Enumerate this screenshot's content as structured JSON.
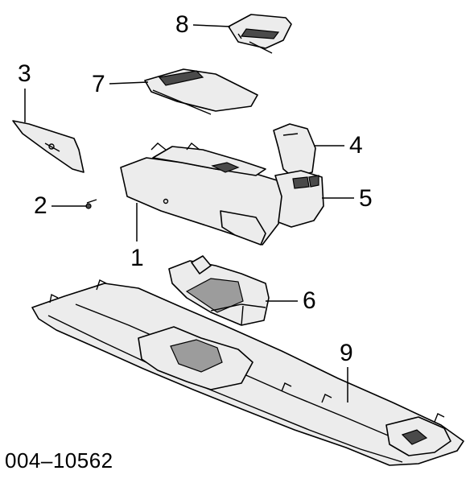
{
  "callouts": {
    "c1": "1",
    "c2": "2",
    "c3": "3",
    "c4": "4",
    "c5": "5",
    "c6": "6",
    "c7": "7",
    "c8": "8",
    "c9": "9"
  },
  "part_code": "004–10562"
}
